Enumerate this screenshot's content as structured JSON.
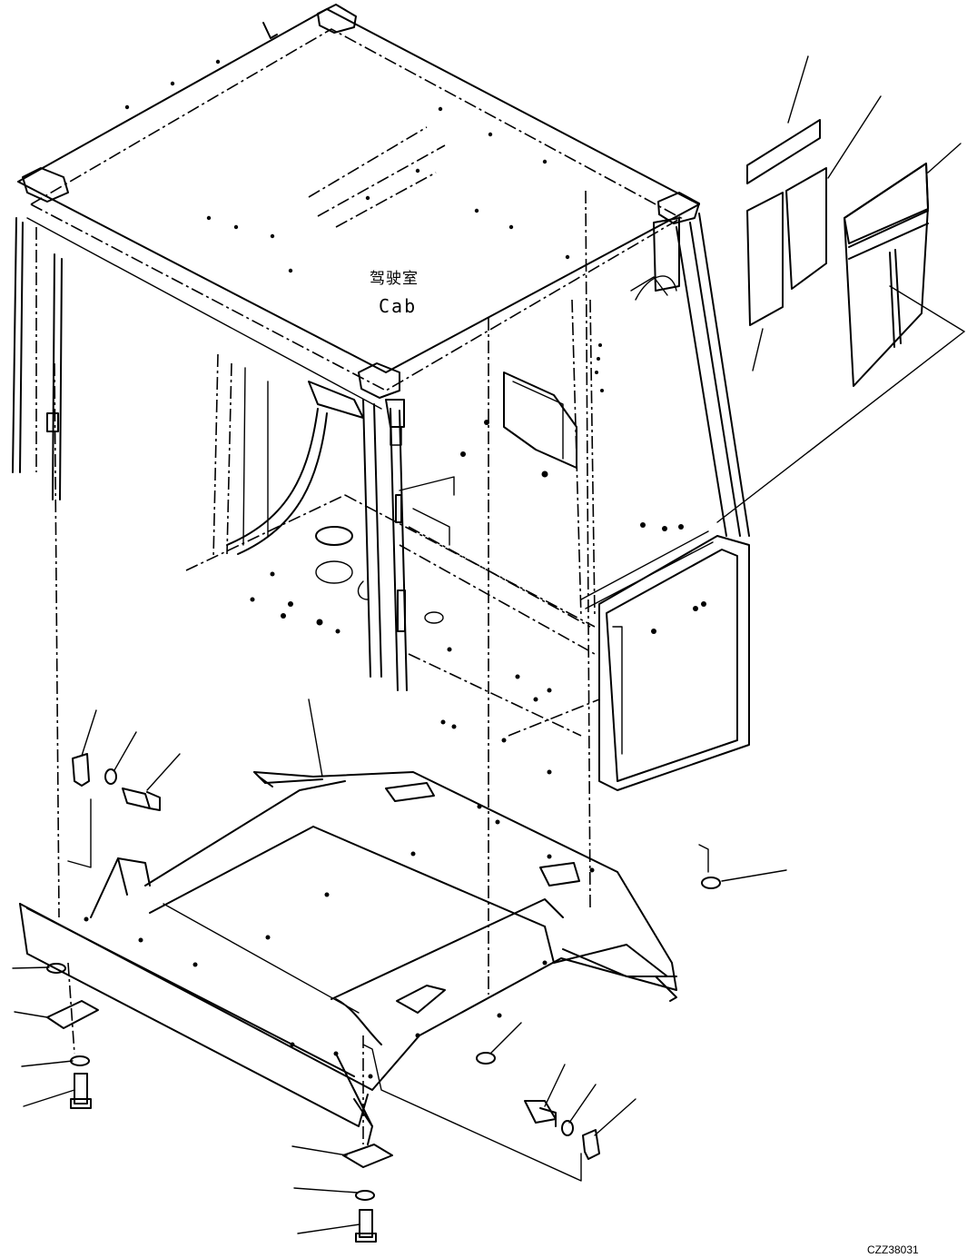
{
  "diagram": {
    "cab_label_cn": "驾驶室",
    "cab_label_en": "Cab",
    "drawing_code": "CZZ38031"
  }
}
